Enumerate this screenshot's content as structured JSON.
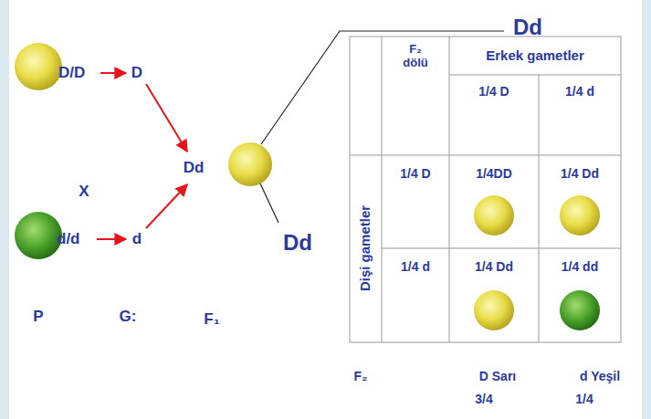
{
  "diagram": {
    "labels": [
      "D/D",
      "D",
      "X",
      "Dd",
      "d/d",
      "d",
      "P",
      "G:",
      "F₁",
      "Dd",
      "Dd",
      "F₂ dölü",
      "Erkek gametler",
      "1/4 D",
      "1/4 d",
      "Dişi gametler",
      "1/4 D",
      "1/4DD",
      "1/4 Dd",
      "1/4 d",
      "1/4 Dd",
      "1/4 dd",
      "F₂",
      "D Sarı",
      "d Yeşil",
      "3/4",
      "1/4"
    ]
  }
}
